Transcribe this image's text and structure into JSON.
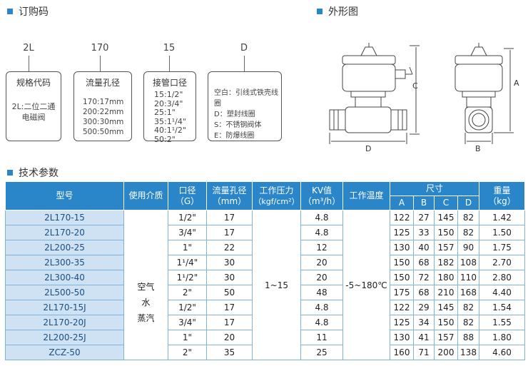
{
  "sections": {
    "order_code": "订购码",
    "outline": "外形图",
    "tech": "技术参数"
  },
  "order_code": {
    "codes": [
      "2L",
      "170",
      "15",
      "D"
    ],
    "boxes": [
      {
        "title": "规格代码",
        "lines": [
          "2L:二位二通",
          "电磁阀"
        ]
      },
      {
        "title": "流量孔径",
        "lines": [
          "170:17mm",
          "200:22mm",
          "300:30mm",
          "500:50mm"
        ]
      },
      {
        "title": "接管口径",
        "lines": [
          "15:1/2\"",
          "20:3/4\"",
          "25:1\"",
          "35:1¹/4\"",
          "40:1¹/2\"",
          "50:2\""
        ]
      },
      {
        "title": "",
        "lines": [
          "空白：引线式铁壳线圈",
          "D：塑封线圈",
          "S：不锈钢阀体",
          "E：防爆线圈"
        ]
      }
    ]
  },
  "drawing": {
    "labels": {
      "a": "A",
      "b": "B",
      "c": "C",
      "d": "D"
    }
  },
  "table": {
    "headers": {
      "model": "型号",
      "media": "使用介质",
      "port_line1": "口径",
      "port_line2": "（G）",
      "orifice_line1": "流量孔径",
      "orifice_line2": "（mm）",
      "pressure_line1": "工作压力",
      "pressure_line2": "（kgf/cm²）",
      "kv_line1": "KV值",
      "kv_line2": "（m³/h）",
      "temp": "工作温度",
      "size": "尺寸",
      "weight_line1": "重量",
      "weight_line2": "（kg）",
      "dims": [
        "A",
        "B",
        "C",
        "D"
      ]
    },
    "media": [
      "空气",
      "水",
      "蒸汽"
    ],
    "pressure": "1~15",
    "temperature": "-5~180℃",
    "rows": [
      {
        "model": "2L170-15",
        "port": "1/2\"",
        "orifice": "17",
        "kv": "4.8",
        "a": "122",
        "b": "27",
        "c": "145",
        "d": "82",
        "w": "1.42"
      },
      {
        "model": "2L170-20",
        "port": "3/4\"",
        "orifice": "17",
        "kv": "4.8",
        "a": "125",
        "b": "33",
        "c": "150",
        "d": "82",
        "w": "1.50"
      },
      {
        "model": "2L200-25",
        "port": "1\"",
        "orifice": "22",
        "kv": "12",
        "a": "130",
        "b": "40",
        "c": "157",
        "d": "90",
        "w": "1.75"
      },
      {
        "model": "2L300-35",
        "port": "1¹/4\"",
        "orifice": "30",
        "kv": "20",
        "a": "150",
        "b": "68",
        "c": "182",
        "d": "108",
        "w": "2.70"
      },
      {
        "model": "2L300-40",
        "port": "1¹/2\"",
        "orifice": "30",
        "kv": "20",
        "a": "150",
        "b": "72",
        "c": "180",
        "d": "110",
        "w": "2.80"
      },
      {
        "model": "2L500-50",
        "port": "2\"",
        "orifice": "50",
        "kv": "48",
        "a": "175",
        "b": "68",
        "c": "210",
        "d": "168",
        "w": "4.40"
      },
      {
        "model": "2L170-15J",
        "port": "1/2\"",
        "orifice": "17",
        "kv": "4.8",
        "a": "122",
        "b": "29",
        "c": "145",
        "d": "82",
        "w": "1.54"
      },
      {
        "model": "2L170-20J",
        "port": "3/4\"",
        "orifice": "17",
        "kv": "4.8",
        "a": "125",
        "b": "34",
        "c": "150",
        "d": "82",
        "w": "1.55"
      },
      {
        "model": "2L200-25J",
        "port": "1\"",
        "orifice": "20",
        "kv": "11",
        "a": "130",
        "b": "41",
        "c": "157",
        "d": "88",
        "w": "1.80"
      },
      {
        "model": "ZCZ-50",
        "port": "2\"",
        "orifice": "35",
        "kv": "25",
        "a": "160",
        "b": "71",
        "c": "200",
        "d": "138",
        "w": "4.60"
      }
    ]
  },
  "colors": {
    "accent": "#2a86c8",
    "model_cell": "#cfe2f3"
  }
}
